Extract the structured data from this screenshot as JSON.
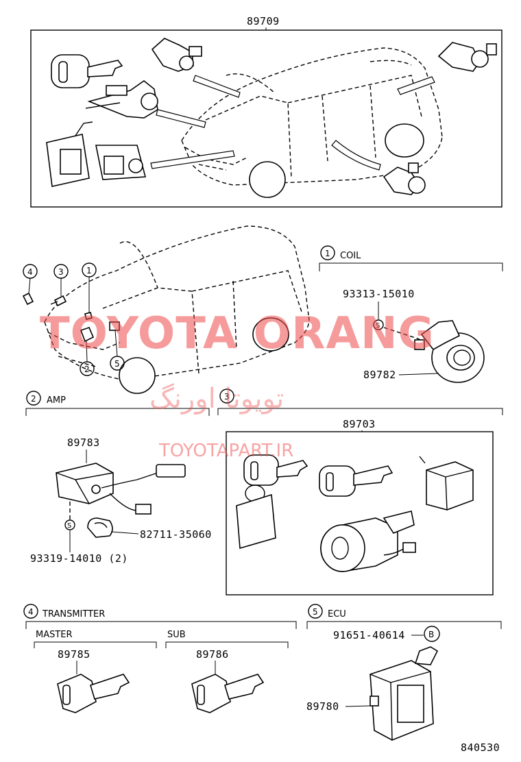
{
  "diagram": {
    "top_part_number": "89709",
    "diagram_code": "840530",
    "callouts": [
      "1",
      "2",
      "3",
      "4",
      "5"
    ],
    "watermark": {
      "brand": "TOYOTA ORANG",
      "persian": "تویوتا اورنگ",
      "url": "TOYOTAPART.IR"
    },
    "sections": {
      "coil": {
        "number": "1",
        "title": "COIL",
        "parts": [
          "93313-15010",
          "89782"
        ],
        "symbol": "S"
      },
      "amp": {
        "number": "2",
        "title": "AMP",
        "parts": [
          "89783",
          "82711-35060",
          "93319-14010 (2)"
        ],
        "symbol": "S"
      },
      "lock_set": {
        "number": "3",
        "part": "89703"
      },
      "transmitter": {
        "number": "4",
        "title": "TRANSMITTER",
        "master_label": "MASTER",
        "sub_label": "SUB",
        "master_part": "89785",
        "sub_part": "89786"
      },
      "ecu": {
        "number": "5",
        "title": "ECU",
        "bolt_part": "91651-40614",
        "bolt_symbol": "B",
        "ecu_part": "89780"
      }
    }
  }
}
